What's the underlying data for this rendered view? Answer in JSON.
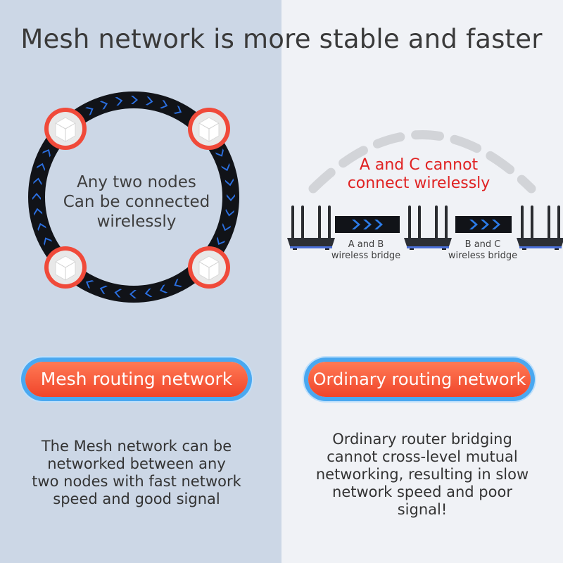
{
  "headline": "Mesh network is more stable and faster",
  "left": {
    "ring_text_lines": [
      "Any two nodes",
      "Can be connected",
      "wirelessly"
    ],
    "pill_label": "Mesh routing network",
    "description_lines": [
      "The Mesh network can be",
      "networked between any",
      "two nodes with fast network",
      "speed and good signal"
    ]
  },
  "right": {
    "warning_lines": [
      "A and C cannot",
      "connect wirelessly"
    ],
    "bridge_ab": [
      "A and B",
      "wireless bridge"
    ],
    "bridge_bc": [
      "B and C",
      "wireless bridge"
    ],
    "pill_label": "Ordinary routing network",
    "description_lines": [
      "Ordinary router bridging",
      "cannot cross-level mutual",
      "networking, resulting in slow",
      "network speed and poor",
      "signal!"
    ]
  },
  "colors": {
    "left_background": "#ccd7e6",
    "right_background": "#f0f2f6",
    "pill_orange": "#f0452a",
    "pill_border_blue": "#4aa8f0",
    "warning_red": "#e02222",
    "ring_black": "#111318",
    "chevron_blue": "#2b6fe0",
    "node_red": "#f04a3a"
  }
}
